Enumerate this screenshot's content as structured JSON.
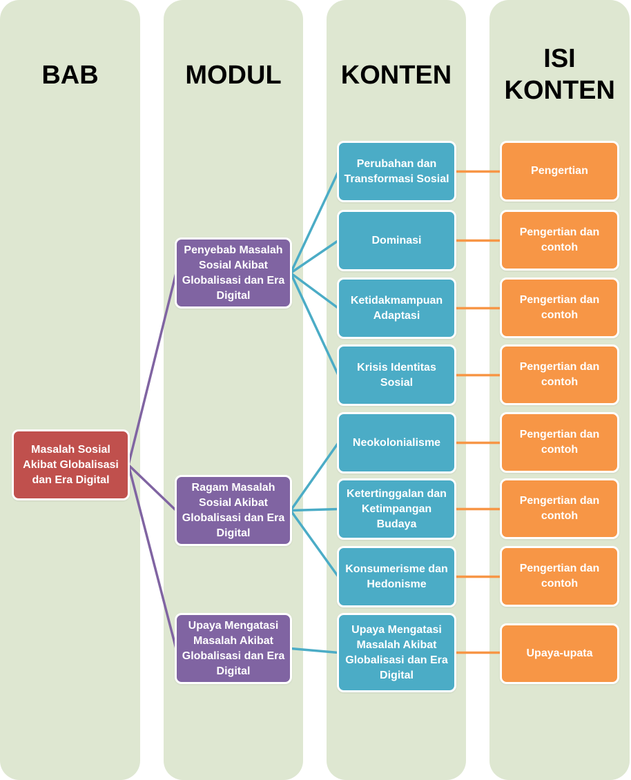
{
  "columns": [
    {
      "label": "BAB"
    },
    {
      "label": "MODUL"
    },
    {
      "label": "KONTEN"
    },
    {
      "label": "ISI KONTEN"
    }
  ],
  "colors": {
    "column_bg": "#dee7d1",
    "bab": "#c0504d",
    "modul": "#8064a2",
    "konten": "#4bacc6",
    "isi": "#f79646"
  },
  "bab": {
    "label": "Masalah Sosial Akibat Globalisasi dan Era Digital"
  },
  "modules": [
    {
      "label": "Penyebab Masalah Sosial Akibat Globalisasi dan Era Digital"
    },
    {
      "label": "Ragam Masalah Sosial Akibat Globalisasi dan Era Digital"
    },
    {
      "label": "Upaya Mengatasi Masalah Akibat Globalisasi dan Era Digital"
    }
  ],
  "contents": [
    {
      "label": "Perubahan dan Transformasi Sosial",
      "module": 0,
      "isi": "Pengertian"
    },
    {
      "label": "Dominasi",
      "module": 0,
      "isi": "Pengertian dan contoh"
    },
    {
      "label": "Ketidakmampuan Adaptasi",
      "module": 0,
      "isi": "Pengertian dan contoh"
    },
    {
      "label": "Krisis Identitas Sosial",
      "module": 0,
      "isi": "Pengertian dan contoh"
    },
    {
      "label": "Neokolonialisme",
      "module": 1,
      "isi": "Pengertian dan contoh"
    },
    {
      "label": "Ketertinggalan dan Ketimpangan Budaya",
      "module": 1,
      "isi": "Pengertian dan contoh"
    },
    {
      "label": "Konsumerisme dan Hedonisme",
      "module": 1,
      "isi": "Pengertian dan contoh"
    },
    {
      "label": "Upaya Mengatasi Masalah Akibat Globalisasi dan Era Digital",
      "module": 2,
      "isi": "Upaya-upata"
    }
  ]
}
